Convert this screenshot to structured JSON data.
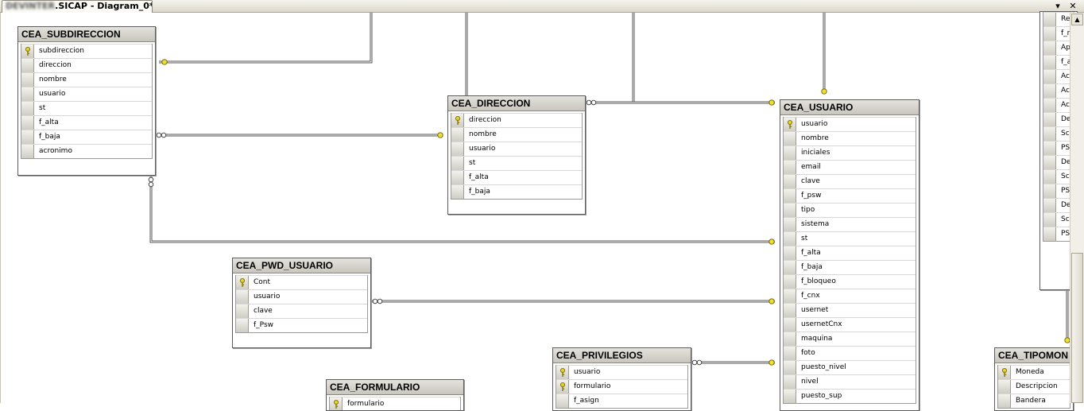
{
  "tab": {
    "blurred": "DEVINTER",
    "title": ".SICAP - Diagram_0*"
  },
  "controls": {
    "menu": "▾",
    "close": "✕",
    "scroll_up": "▲"
  },
  "tables": [
    {
      "id": "subdireccion",
      "name": "CEA_SUBDIRECCION",
      "columns": [
        {
          "name": "subdireccion",
          "pk": true
        },
        {
          "name": "direccion"
        },
        {
          "name": "nombre"
        },
        {
          "name": "usuario"
        },
        {
          "name": "st"
        },
        {
          "name": "f_alta"
        },
        {
          "name": "f_baja"
        },
        {
          "name": "acronimo"
        }
      ]
    },
    {
      "id": "direccion",
      "name": "CEA_DIRECCION",
      "columns": [
        {
          "name": "direccion",
          "pk": true
        },
        {
          "name": "nombre"
        },
        {
          "name": "usuario"
        },
        {
          "name": "st"
        },
        {
          "name": "f_alta"
        },
        {
          "name": "f_baja"
        }
      ]
    },
    {
      "id": "usuario",
      "name": "CEA_USUARIO",
      "columns": [
        {
          "name": "usuario",
          "pk": true
        },
        {
          "name": "nombre"
        },
        {
          "name": "iniciales"
        },
        {
          "name": "email"
        },
        {
          "name": "clave"
        },
        {
          "name": "f_psw"
        },
        {
          "name": "tipo"
        },
        {
          "name": "sistema"
        },
        {
          "name": "st"
        },
        {
          "name": "f_alta"
        },
        {
          "name": "f_baja"
        },
        {
          "name": "f_bloqueo"
        },
        {
          "name": "f_cnx"
        },
        {
          "name": "usernet"
        },
        {
          "name": "usernetCnx"
        },
        {
          "name": "maquina"
        },
        {
          "name": "foto"
        },
        {
          "name": "puesto_nivel"
        },
        {
          "name": "nivel"
        },
        {
          "name": "puesto_sup"
        }
      ]
    },
    {
      "id": "pwd",
      "name": "CEA_PWD_USUARIO",
      "columns": [
        {
          "name": "Cont",
          "pk": true
        },
        {
          "name": "usuario"
        },
        {
          "name": "clave"
        },
        {
          "name": "f_Psw"
        }
      ]
    },
    {
      "id": "privilegios",
      "name": "CEA_PRIVILEGIOS",
      "columns": [
        {
          "name": "usuario",
          "pk": true
        },
        {
          "name": "formulario",
          "pk": true
        },
        {
          "name": "f_asign"
        }
      ]
    },
    {
      "id": "formulario",
      "name": "CEA_FORMULARIO",
      "columns": [
        {
          "name": "formulario",
          "pk": true
        }
      ]
    },
    {
      "id": "tipomon",
      "name": "CEA_TIPOMON",
      "columns": [
        {
          "name": "Moneda",
          "pk": true
        },
        {
          "name": "Descripcion"
        },
        {
          "name": "Bandera"
        }
      ]
    }
  ],
  "right_table_rows": [
    "Re",
    "f_r",
    "Ap",
    "f_a",
    "Ac",
    "Ac",
    "Ac",
    "De",
    "Sc",
    "PS",
    "De",
    "Sc",
    "PS",
    "De",
    "Sc",
    "PS"
  ]
}
